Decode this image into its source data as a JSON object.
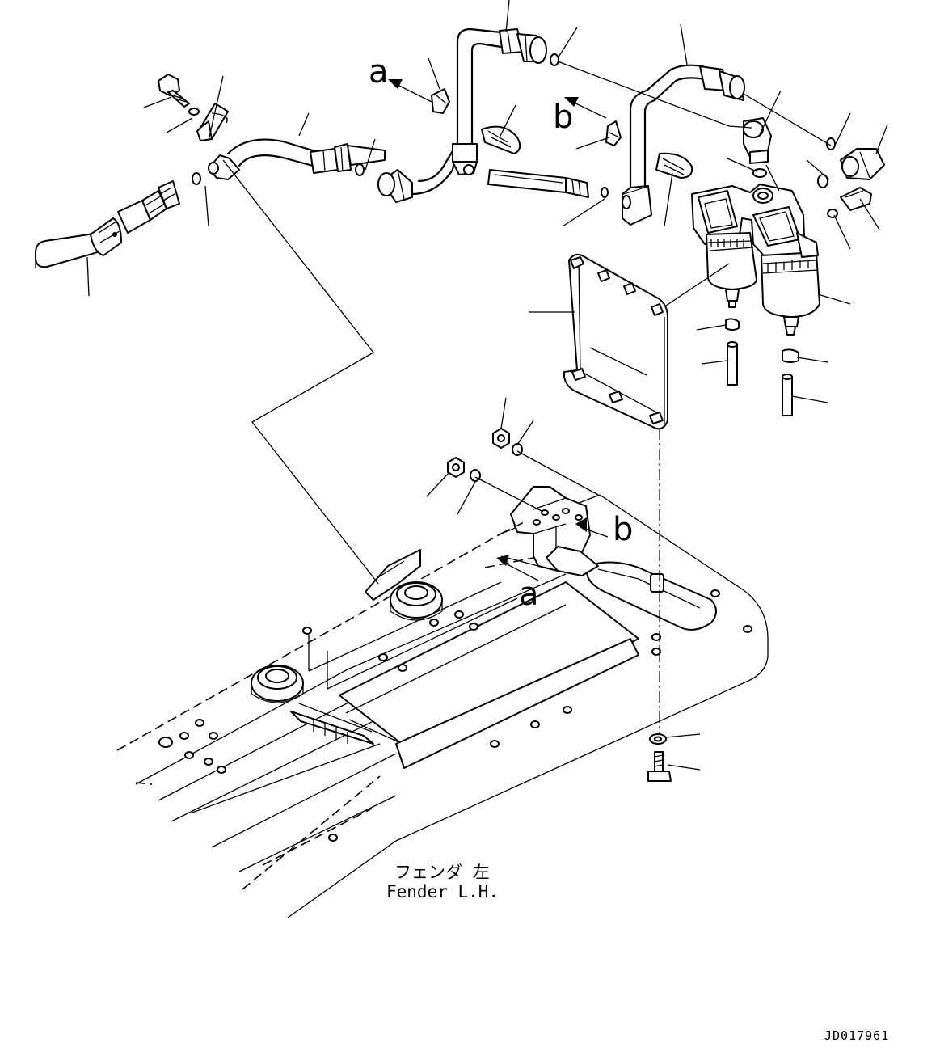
{
  "diagram": {
    "view_labels": {
      "a": "a",
      "b": "b"
    },
    "fender_caption": {
      "japanese": "フェンダ 左",
      "english": "Fender L.H."
    },
    "drawing_code": "JD017961"
  }
}
